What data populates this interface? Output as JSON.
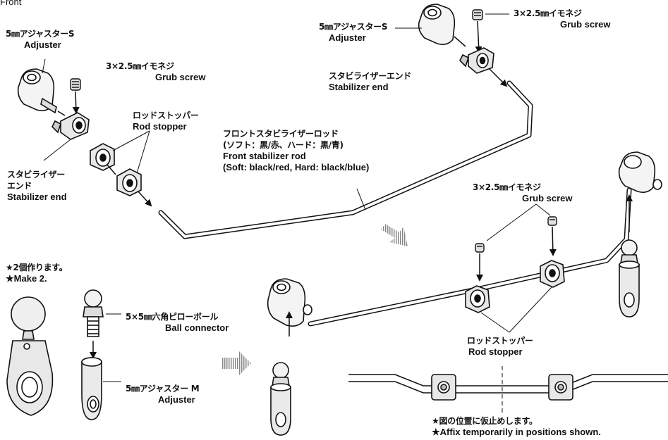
{
  "header_fragment": "Front",
  "labels": {
    "adjuster_s_1": {
      "jp": "5㎜アジャスターS",
      "en": "Adjuster"
    },
    "adjuster_s_2": {
      "jp": "5㎜アジャスターS",
      "en": "Adjuster"
    },
    "grub_screw_1": {
      "jp": "3×2.5㎜イモネジ",
      "en": "Grub screw"
    },
    "grub_screw_2": {
      "jp": "3×2.5㎜イモネジ",
      "en": "Grub screw"
    },
    "grub_screw_3": {
      "jp": "3×2.5㎜イモネジ",
      "en": "Grub screw"
    },
    "stabilizer_end_1": {
      "jp": "スタビライザーエンド",
      "en": "Stabilizer end"
    },
    "stabilizer_end_2": {
      "jp1": "スタビライザー",
      "jp2": "エンド",
      "en": "Stabilizer end"
    },
    "rod_stopper_1": {
      "jp": "ロッドストッパー",
      "en": "Rod stopper"
    },
    "rod_stopper_2": {
      "jp": "ロッドストッパー",
      "en": "Rod stopper"
    },
    "stab_rod": {
      "jp1": "フロントスタビライザーロッド",
      "jp2": "(ソフト：黒/赤、ハード：黒/青)",
      "en1": "Front stabilizer rod",
      "en2": "(Soft: black/red, Hard: black/blue)"
    },
    "make2": {
      "jp": "★2個作ります。",
      "en": "★Make 2."
    },
    "ball_connector": {
      "jp": "5×5㎜六角ピローボール",
      "en": "Ball connector"
    },
    "adjuster_m": {
      "jp": "5㎜アジャスター M",
      "en": "Adjuster"
    },
    "affix": {
      "jp": "★図の位置に仮止めします。",
      "en": "★Affix temporarily in positions shown."
    }
  }
}
